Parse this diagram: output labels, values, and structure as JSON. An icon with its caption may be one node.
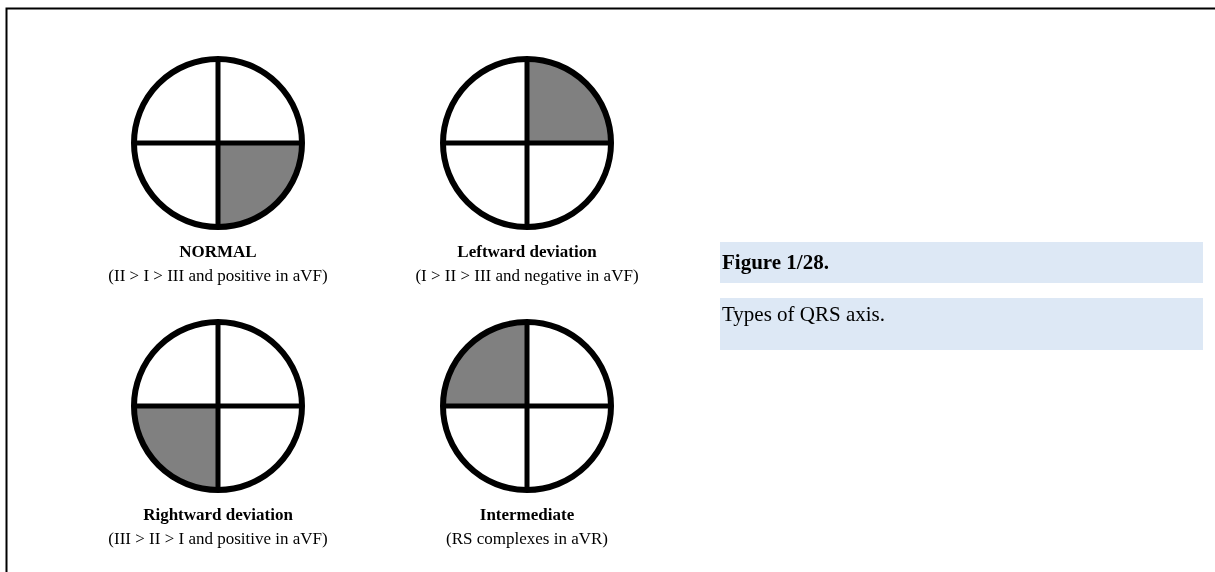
{
  "diagram": {
    "title": "Figure 1/28.",
    "caption": "Types of QRS axis.",
    "nodes": [
      {
        "text": [
          "NORMAL",
          "(II > I > III and positive in aVF)"
        ]
      },
      {
        "text": [
          "Leftward deviation",
          "(I > II > III and negative in aVF)"
        ]
      },
      {
        "text": [
          "Rightward deviation",
          "(III > II > I and positive in aVF)"
        ]
      },
      {
        "text": [
          "Intermediate",
          "(RS complexes in aVR)"
        ]
      }
    ]
  }
}
